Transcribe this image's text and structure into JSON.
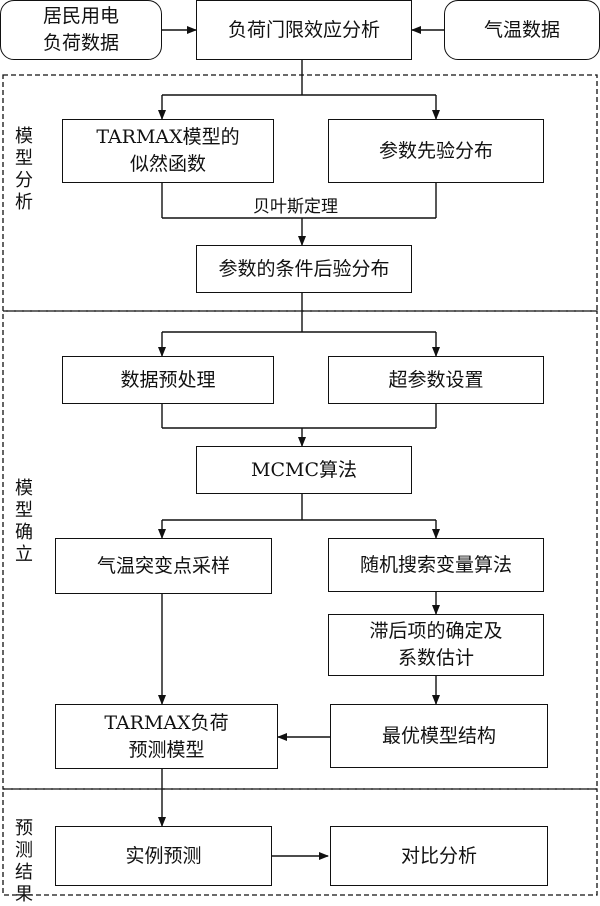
{
  "sections": {
    "model_analysis": "模型\n分析",
    "model_build": "模型\n确立",
    "prediction": "预测\n结果"
  },
  "boxes": {
    "residential_load": "居民用电\n负荷数据",
    "load_threshold": "负荷门限效应分析",
    "temperature": "气温数据",
    "tarmax_likelihood": "TARMAX模型的\n似然函数",
    "prior": "参数先验分布",
    "posterior": "参数的条件后验分布",
    "preprocess": "数据预处理",
    "hyperparam": "超参数设置",
    "mcmc": "MCMC算法",
    "temp_sampling": "气温突变点采样",
    "random_search": "随机搜索变量算法",
    "lag_determine": "滞后项的确定及\n系数估计",
    "optimal_model": "最优模型结构",
    "tarmax_predict": "TARMAX负荷\n预测模型",
    "case_predict": "实例预测",
    "comparison": "对比分析"
  },
  "labels": {
    "bayes": "贝叶斯定理"
  }
}
